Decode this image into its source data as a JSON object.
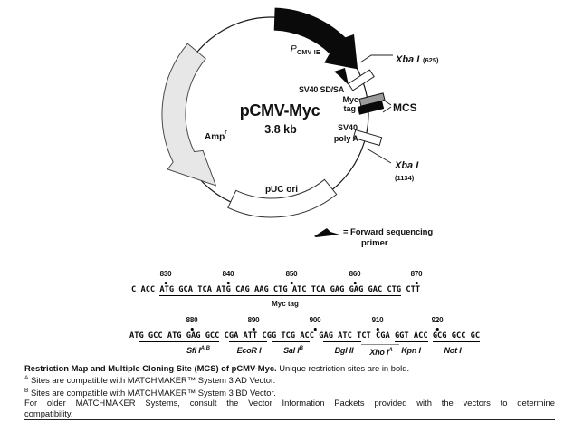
{
  "figure": {
    "map": {
      "name": "pCMV-Myc",
      "size": "3.8 kb",
      "promoter": {
        "p": "P",
        "sub": "CMV IE"
      },
      "sv40_sdsa": "SV40 SD/SA",
      "myc_tag": {
        "line1": "Myc",
        "line2": "tag"
      },
      "mcs": "MCS",
      "sv40_polya": {
        "line1": "SV40",
        "line2": "poly A"
      },
      "xba_top": {
        "name": "Xba I",
        "pos": "(625)"
      },
      "xba_bottom": {
        "name": "Xba I",
        "pos": "(1134)"
      },
      "amp": {
        "name": "Amp",
        "sup": "r"
      },
      "puc_ori": "pUC ori",
      "legend": {
        "line1": "= Forward sequencing",
        "line2": "primer"
      }
    },
    "sequence": {
      "line1": {
        "numbers": [
          "830",
          "840",
          "850",
          "860",
          "870"
        ],
        "pre": "C ACC ",
        "myc": "ATG GCA TCA ATG CAG AAG CTG ATC TCA GAG GAG GAC CTG",
        "post": " CTT",
        "label": "Myc tag"
      },
      "line2": {
        "numbers": [
          "880",
          "890",
          "900",
          "910",
          "920"
        ],
        "seg": {
          "p1": "AT",
          "u1": "G GCC ATG GAG GCC",
          "p2": " C",
          "u2": "GA ATT C",
          "p3": "G",
          "u3": "G TCG AC",
          "p4": "C G",
          "u4": "AG ATC T",
          "xho": "CT CGA ",
          "u5": "GGT ACC",
          "p5": " ",
          "u6": "GCG GCC GC"
        },
        "sites": [
          {
            "name": "Sfi I",
            "sup": "A,B"
          },
          {
            "name": "EcoR I",
            "sup": ""
          },
          {
            "name": "Sal I",
            "sup": "B"
          },
          {
            "name": "Bgl II",
            "sup": ""
          },
          {
            "name": "Xho I",
            "sup": "A"
          },
          {
            "name": "Kpn I",
            "sup": ""
          },
          {
            "name": "Not I",
            "sup": ""
          }
        ]
      }
    },
    "caption": {
      "title_bold": "Restriction Map and Multiple Cloning Site (MCS) of pCMV-Myc.",
      "title_rest": " Unique restriction sites are in bold.",
      "fn_a_sup": "A",
      "fn_a": " Sites are compatible with MATCHMAKER™ System 3 AD Vector.",
      "fn_b_sup": "B",
      "fn_b": " Sites are compatible with MATCHMAKER™ System 3 BD Vector.",
      "fn_c_line1": "For older MATCHMAKER Systems, consult the Vector Information Packets provided with the vectors to determine",
      "fn_c_line2": "compatibility."
    }
  }
}
